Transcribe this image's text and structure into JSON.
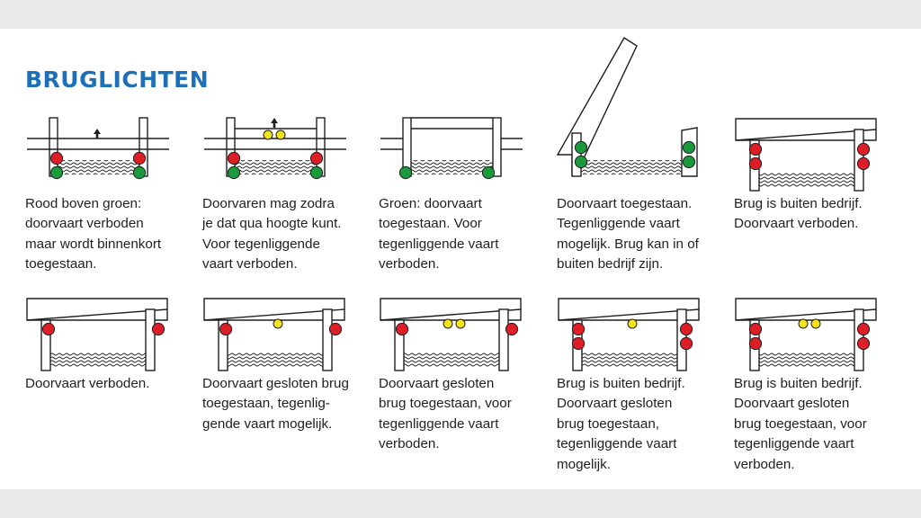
{
  "title": "BRUGLICHTEN",
  "colors": {
    "red": "#dd1e26",
    "green": "#1a9a3d",
    "yellow": "#f3e31a",
    "title": "#1d6fb8",
    "line": "#1f1f1f"
  },
  "items": [
    {
      "id": "r1c1",
      "caption": [
        "Rood boven groen:",
        "doorvaart verboden",
        "maar wordt binnenkort",
        "toegestaan."
      ]
    },
    {
      "id": "r1c2",
      "caption": [
        "Doorvaren mag zodra",
        "je dat qua hoogte kunt.",
        "Voor tegenliggende",
        "vaart verboden."
      ]
    },
    {
      "id": "r1c3",
      "caption": [
        "Groen: doorvaart",
        "toegestaan. Voor",
        "tegenliggende vaart",
        "verboden."
      ]
    },
    {
      "id": "r1c4",
      "caption": [
        "Doorvaart toegestaan.",
        "Tegenliggende vaart",
        "mogelijk. Brug kan in of",
        "buiten bedrijf zijn."
      ]
    },
    {
      "id": "r1c5",
      "caption": [
        "Brug is buiten bedrijf.",
        "Doorvaart verboden."
      ]
    },
    {
      "id": "r2c1",
      "caption": [
        "Doorvaart verboden."
      ]
    },
    {
      "id": "r2c2",
      "caption": [
        "Doorvaart gesloten brug",
        "toegestaan, tegenlig-",
        "gende vaart mogelijk."
      ]
    },
    {
      "id": "r2c3",
      "caption": [
        "Doorvaart gesloten",
        "brug toegestaan, voor",
        "tegenliggende vaart",
        "verboden."
      ]
    },
    {
      "id": "r2c4",
      "caption": [
        "Brug is buiten bedrijf.",
        "Doorvaart gesloten",
        "brug toegestaan,",
        "tegenliggende vaart",
        "mogelijk."
      ]
    },
    {
      "id": "r2c5",
      "caption": [
        "Brug is buiten bedrijf.",
        "Doorvaart gesloten",
        "brug toegestaan, voor",
        "tegenliggende vaart",
        "verboden."
      ]
    }
  ]
}
